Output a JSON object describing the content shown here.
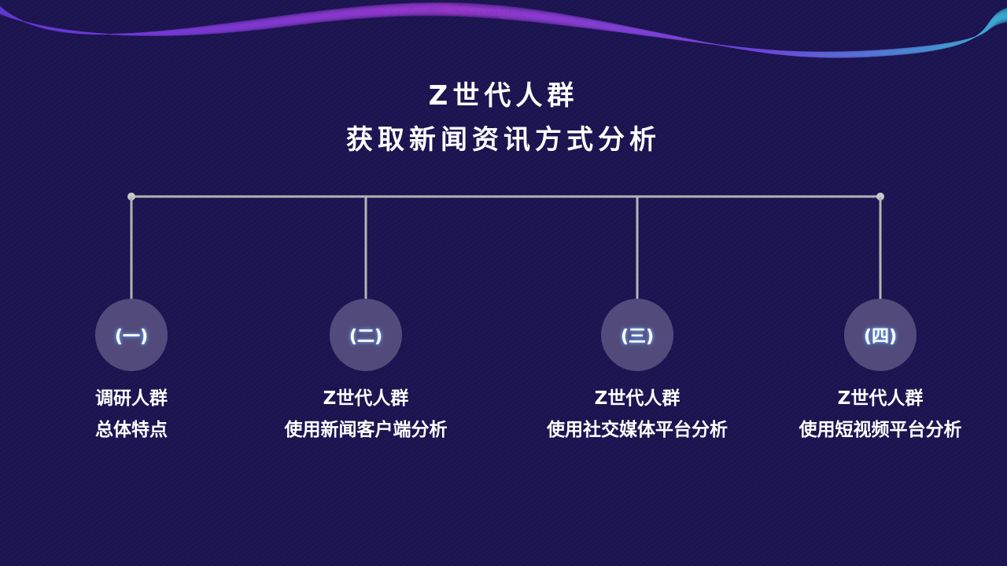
{
  "title": {
    "line1": "Z世代人群",
    "line2": "获取新闻资讯方式分析"
  },
  "nodes": [
    {
      "badge": "(一)",
      "line1": "调研人群",
      "line2": "总体特点"
    },
    {
      "badge": "(二)",
      "line1": "Z世代人群",
      "line2": "使用新闻客户端分析"
    },
    {
      "badge": "(三)",
      "line1": "Z世代人群",
      "line2": "使用社交媒体平台分析"
    },
    {
      "badge": "(四)",
      "line1": "Z世代人群",
      "line2": "使用短视频平台分析"
    }
  ],
  "colors": {
    "background": "#1c1450",
    "connector": "#b5b5b5",
    "circle": "#524a7a",
    "wave_start": "#7b3cf0",
    "wave_mid": "#d23be0",
    "wave_end": "#3fd0e8"
  }
}
